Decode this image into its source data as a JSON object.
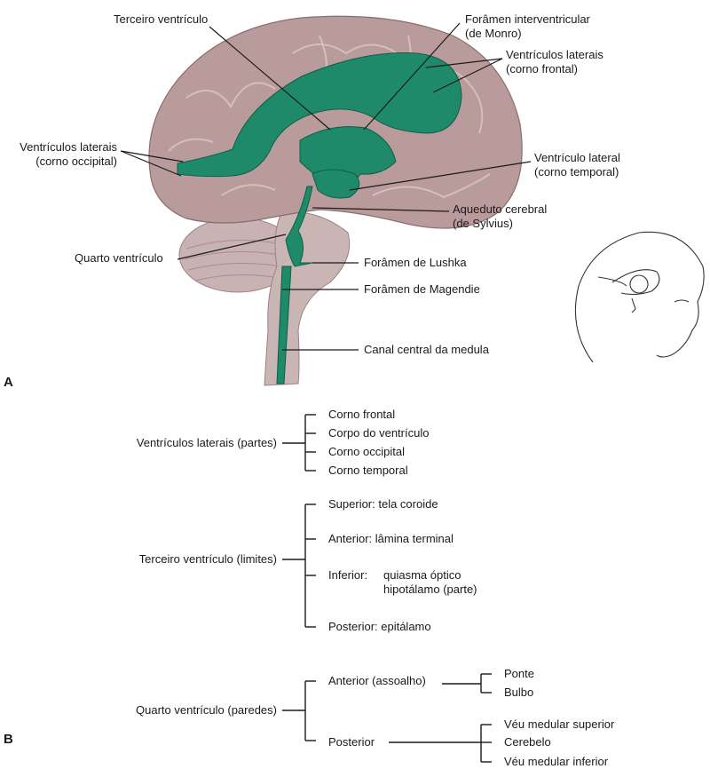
{
  "panel_a": {
    "letter": "A",
    "labels": {
      "third_ventricle": "Terceiro ventrículo",
      "monro_1": "Forâmen interventricular",
      "monro_2": "(de Monro)",
      "frontal_1": "Ventrículos laterais",
      "frontal_2": "(corno frontal)",
      "occipital_1": "Ventrículos laterais",
      "occipital_2": "(corno occipital)",
      "temporal_1": "Ventrículo lateral",
      "temporal_2": "(corno temporal)",
      "aqueduct_1": "Aqueduto cerebral",
      "aqueduct_2": "(de Sylvius)",
      "fourth_ventricle": "Quarto ventrículo",
      "luschka": "Forâmen de Lushka",
      "magendie": "Forâmen de Magendie",
      "central_canal": "Canal central da medula"
    },
    "colors": {
      "ventricles": "#1f8a6a",
      "brain": "#b99b9c",
      "brainstem": "#c9b6b4"
    }
  },
  "panel_b": {
    "letter": "B",
    "lateral": {
      "root": "Ventrículos laterais (partes)",
      "items": [
        "Corno frontal",
        "Corpo do ventrículo",
        "Corno occipital",
        "Corno temporal"
      ]
    },
    "third": {
      "root": "Terceiro ventrículo (limites)",
      "superior": "Superior: tela coroide",
      "anterior": "Anterior: lâmina terminal",
      "inferior_label": "Inferior:",
      "inferior_items": [
        "quiasma óptico",
        "hipotálamo (parte)"
      ],
      "posterior": "Posterior: epitálamo"
    },
    "fourth": {
      "root": "Quarto ventrículo (paredes)",
      "anterior": "Anterior (assoalho)",
      "anterior_items": [
        "Ponte",
        "Bulbo"
      ],
      "posterior": "Posterior",
      "posterior_items": [
        "Véu medular superior",
        "Cerebelo",
        "Véu medular inferior"
      ]
    }
  }
}
